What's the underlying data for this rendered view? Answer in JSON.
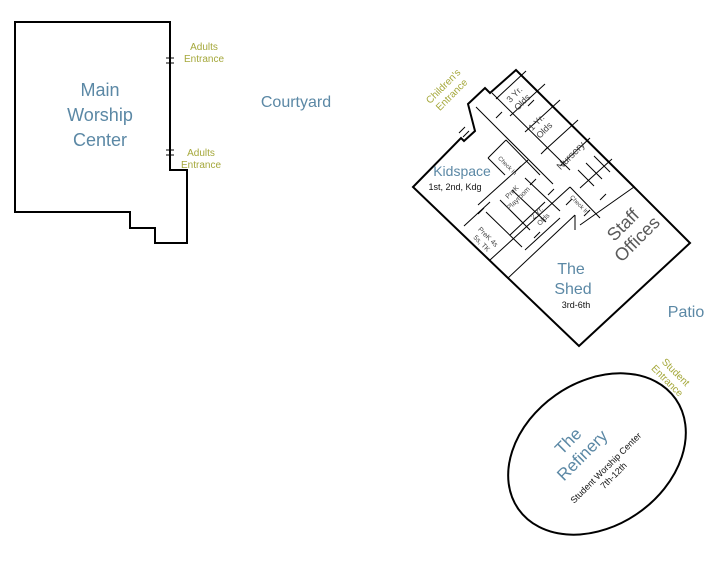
{
  "map": {
    "main_worship": {
      "line1": "Main",
      "line2": "Worship",
      "line3": "Center"
    },
    "adults_entrance_top": {
      "line1": "Adults",
      "line2": "Entrance"
    },
    "adults_entrance_bottom": {
      "line1": "Adults",
      "line2": "Entrance"
    },
    "courtyard": "Courtyard",
    "childrens_entrance": {
      "line1": "Children's",
      "line2": "Entrance"
    },
    "rooms": {
      "three_yr": {
        "line1": "3 Yr.",
        "line2": "Olds"
      },
      "one_yr": {
        "line1": "1 Yr.",
        "line2": "Olds"
      },
      "nursery": "Nursery",
      "check_in_left": "Check In",
      "check_in_right": "Check In",
      "prek_playroom": {
        "line1": "PreK",
        "line2": "Playroom"
      },
      "two_yr": {
        "line1": "2 Yr.",
        "line2": "Olds"
      },
      "prek_4s": {
        "line1": "PreK 4s",
        "line2": "5s, TK"
      }
    },
    "kidspace": {
      "title": "Kidspace",
      "sub": "1st, 2nd, Kdg"
    },
    "staff_offices": {
      "line1": "Staff",
      "line2": "Offices"
    },
    "the_shed": {
      "line1": "The",
      "line2": "Shed",
      "sub": "3rd-6th"
    },
    "patio": "Patio",
    "student_entrance": {
      "line1": "Student",
      "line2": "Entrance"
    },
    "refinery": {
      "line1": "The",
      "line2": "Refinery",
      "sub1": "Student Worship Center",
      "sub2": "7th-12th"
    }
  }
}
